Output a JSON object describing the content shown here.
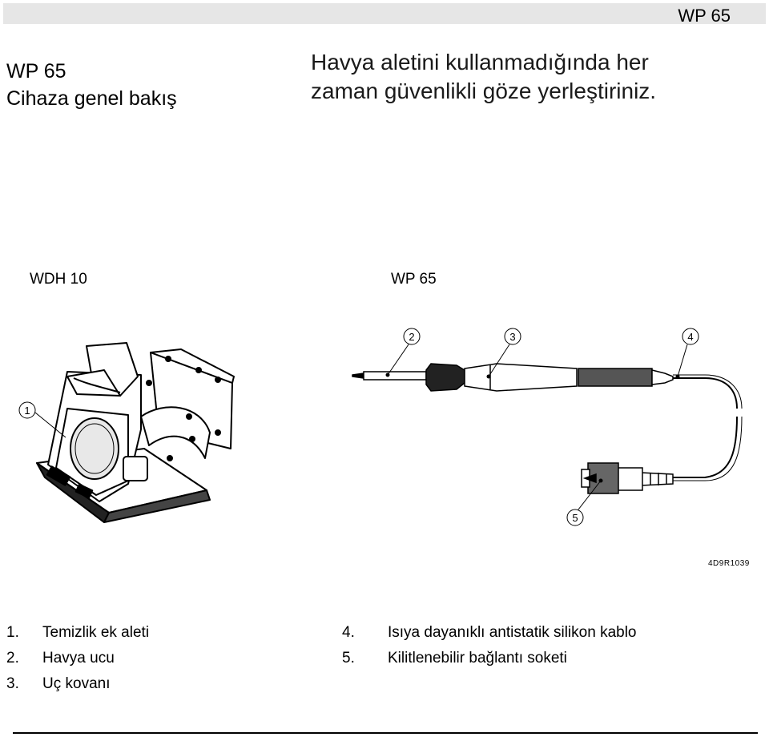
{
  "header": {
    "title": "WP 65"
  },
  "side": {
    "line1": "WP 65",
    "line2": "Cihaza genel bakış"
  },
  "instruction": {
    "line1": "Havya aletini kullanmadığında her",
    "line2": "zaman güvenlikli göze yerleştiriniz."
  },
  "figure": {
    "label_left": "WDH 10",
    "label_right": "WP 65",
    "callouts": [
      "1",
      "2",
      "3",
      "4",
      "5"
    ],
    "ref_code": "4D9R1039"
  },
  "legend": {
    "left": [
      {
        "num": "1.",
        "text": "Temizlik ek aleti"
      },
      {
        "num": "2.",
        "text": "Havya ucu"
      },
      {
        "num": "3.",
        "text": "Uç kovanı"
      }
    ],
    "right": [
      {
        "num": "4.",
        "text": "Isıya dayanıklı antistatik silikon kablo"
      },
      {
        "num": "5.",
        "text": "Kilitlenebilir bağlantı soketi"
      }
    ]
  }
}
